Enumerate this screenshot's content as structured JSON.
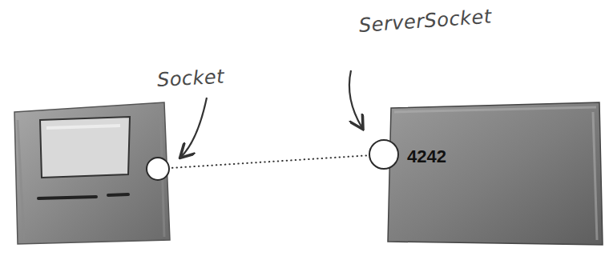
{
  "diagram": {
    "nodes": [
      {
        "text": [
          "Socket"
        ]
      },
      {
        "text": [
          "ServerSocket",
          "4242"
        ]
      }
    ],
    "edges": [
      {
        "from": 0,
        "to": 1,
        "arrow": "none"
      }
    ]
  }
}
